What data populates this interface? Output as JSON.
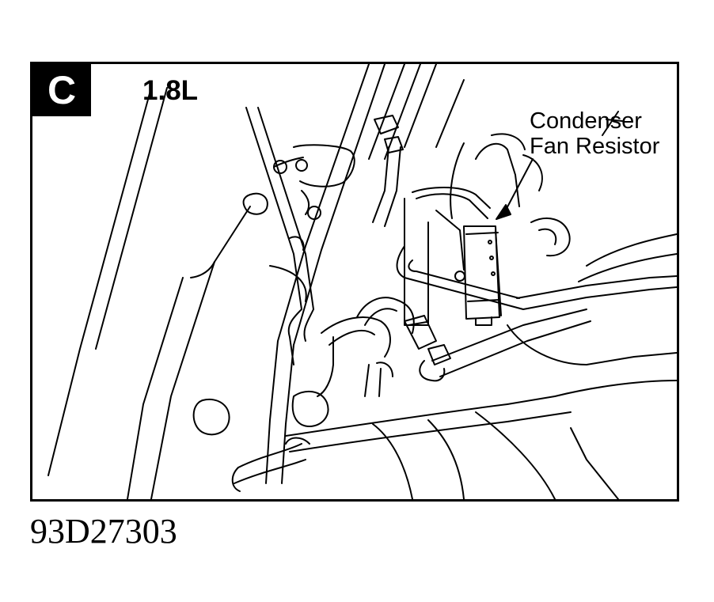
{
  "panel": {
    "badge": "C",
    "engine": "1.8L"
  },
  "callout": {
    "line1": "Condenser",
    "line2": "Fan Resistor"
  },
  "figure_id": "93D27303"
}
